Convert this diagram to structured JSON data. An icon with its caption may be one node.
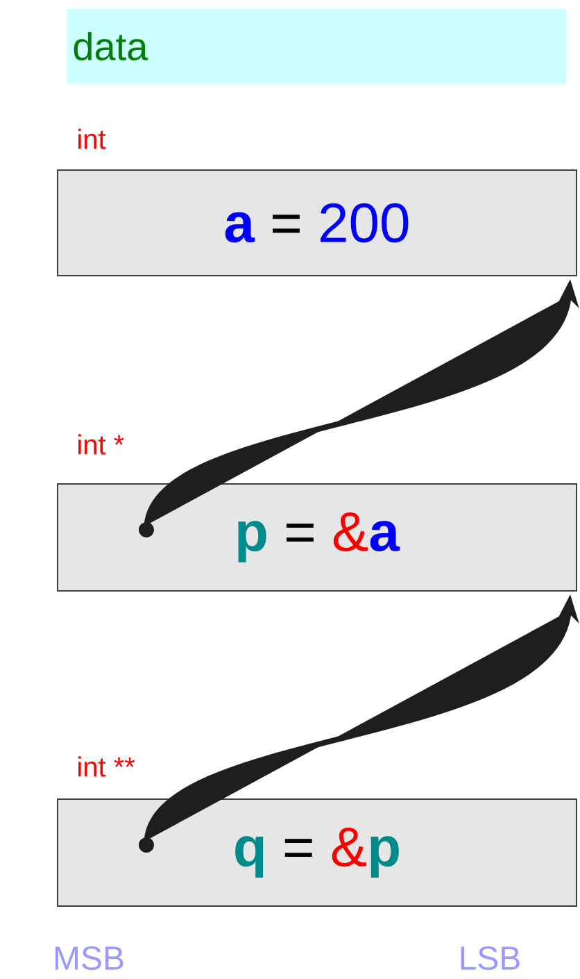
{
  "diagram": {
    "nodes": [
      {
        "text": [
          "data"
        ]
      },
      {
        "text": [
          "a",
          "=",
          "200"
        ],
        "beside": [
          "int"
        ]
      },
      {
        "text": [
          "p",
          "=",
          "&",
          "a"
        ],
        "beside": [
          "int *"
        ]
      },
      {
        "text": [
          "q",
          "=",
          "&",
          "p"
        ],
        "beside": [
          "int **"
        ]
      }
    ],
    "edges": [
      {
        "from": 2,
        "to": 1,
        "arrow": "to"
      },
      {
        "from": 3,
        "to": 2,
        "arrow": "to"
      }
    ],
    "labels": [
      "MSB",
      "LSB"
    ]
  }
}
